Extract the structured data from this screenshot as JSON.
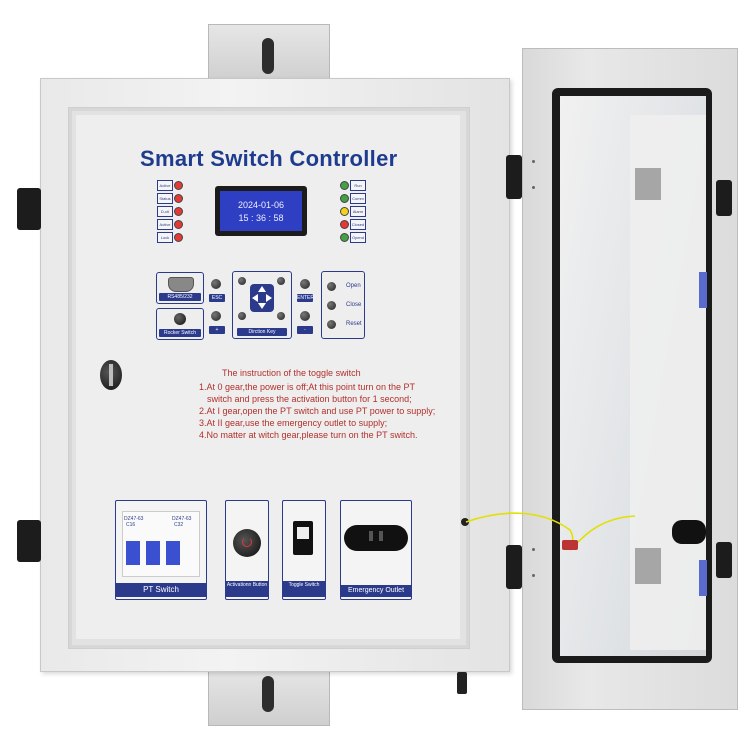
{
  "panel": {
    "title": "Smart Switch Controller"
  },
  "left_indicators": [
    "Active",
    "Status",
    "D-ctl",
    "Active",
    "Lock"
  ],
  "right_indicators": [
    "Run",
    "Comm",
    "Alarm",
    "Closed",
    "Opend"
  ],
  "colors": {
    "panel_blue": "#2c3a8c",
    "lcd_blue": "#2f3fc4",
    "text_red": "#b2302b",
    "led_red": "#e53935",
    "led_green": "#43a047",
    "led_yellow": "#f2d21b"
  },
  "lcd": {
    "date": "2024-01-06",
    "time": "15 : 36 : 58"
  },
  "controls": {
    "serial_label": "RS485/232",
    "rocker_label": "Rocker Switch",
    "esc_label": "ESC",
    "plus_label": "+",
    "minus_label": "-",
    "enter_label": "ENTER",
    "direction_label": "Dirction Key",
    "open_label": "Open",
    "close_label": "Close",
    "reset_label": "Reset"
  },
  "instructions": {
    "title": "The instruction of the toggle switch",
    "line1": "1.At 0 gear,the power is off;At this point turn on the PT",
    "line1b": "switch and press the activation button for 1 second;",
    "line2": "2.At I gear,open the PT switch and use PT power to supply;",
    "line3": "3.At II gear,use the emergency outlet to supply;",
    "line4": "4.No matter at witch gear,please turn on the PT switch."
  },
  "modules": {
    "pt_switch": "PT Switch",
    "breaker_code_1": "DZ47-63",
    "breaker_code_1b": "C16",
    "breaker_code_2": "DZ47-63",
    "breaker_code_2b": "C32",
    "activation_button": "Activationn Button",
    "toggle_switch": "Toggle Switch",
    "emergency_outlet": "Emergency Outlet"
  }
}
